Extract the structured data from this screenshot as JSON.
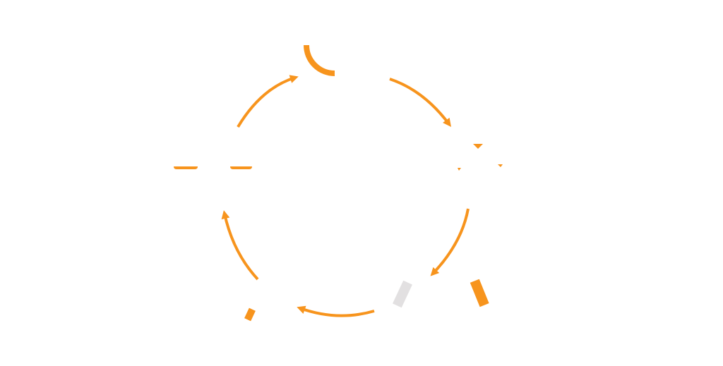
{
  "colors": {
    "background": "#ffffff",
    "accent": "#f7941d",
    "muted": "#e2e0e1"
  },
  "diagram": {
    "type": "cycle",
    "direction": "clockwise",
    "arrow_count": 5,
    "icons": [
      {
        "name": "top-arc-icon",
        "color": "#f7941d"
      },
      {
        "name": "right-chevron-fragments-icon",
        "color": "#f7941d"
      },
      {
        "name": "bottom-right-bars-icon",
        "color": "#f7941d",
        "secondary_color": "#e2e0e1"
      },
      {
        "name": "bottom-left-block-icon",
        "color": "#f7941d"
      },
      {
        "name": "left-dashes-icon",
        "color": "#f7941d"
      }
    ]
  }
}
